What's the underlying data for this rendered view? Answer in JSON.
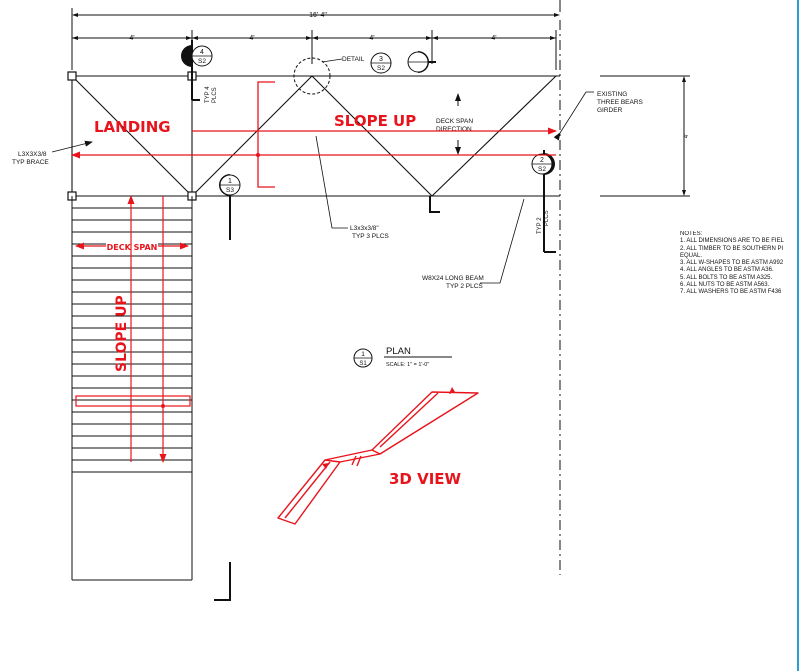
{
  "dimensions": {
    "overall": "16'-4\"",
    "bays": [
      "4'",
      "4'",
      "4'",
      "4'"
    ],
    "depth": "4'"
  },
  "section_marks": {
    "sec4": {
      "num": "4",
      "sheet": "S2"
    },
    "sec3": {
      "num": "3",
      "sheet": "S2"
    },
    "sec1": {
      "num": "1",
      "sheet": "S3"
    },
    "sec2": {
      "num": "2",
      "sheet": "S2"
    }
  },
  "labels": {
    "detail": "DETAIL",
    "typ4_line1": "TYP 4",
    "typ4_line2": "PLCS",
    "typ2_line1": "TYP 2",
    "typ2_line2": "PLCS",
    "existing_line1": "EXISTING",
    "existing_line2": "THREE BEARS",
    "existing_line3": "GIRDER",
    "deck_span_line1": "DECK SPAN",
    "deck_span_line2": "DIRECTION",
    "brace_line1": "L3X3X3/8",
    "brace_line2": "TYP BRACE",
    "angle_line1": "L3x3x3/8\"",
    "angle_line2": "TYP 3 PLCS",
    "beam_line1": "W8X24 LONG BEAM",
    "beam_line2": "TYP 2 PLCS"
  },
  "handwritten": {
    "landing": "LANDING",
    "slope_up_top": "SLOPE UP",
    "slope_up_stair": "SLOPE UP",
    "deck_span": "DECK SPAN",
    "view_3d": "3D VIEW"
  },
  "plan_title": {
    "num": "1",
    "sheet": "S1",
    "title": "PLAN",
    "scale": "SCALE: 1\" = 1'-0\""
  },
  "notes": {
    "heading": "NOTES:",
    "items": [
      "1. ALL DIMENSIONS ARE TO BE FIEL",
      "2. ALL TIMBER TO BE SOUTHERN PI",
      "EQUAL.",
      "3. ALL W-SHAPES TO BE ASTM A992",
      "4. ALL ANGLES TO BE ASTM A36.",
      "5. ALL BOLTS TO BE ASTM A325.",
      "6. ALL NUTS TO BE ASTM A563.",
      "7. ALL WASHERS TO BE ASTM F436"
    ]
  },
  "colors": {
    "ink": "#111111",
    "markup": "#e8141c",
    "border": "#2a9fd6"
  }
}
